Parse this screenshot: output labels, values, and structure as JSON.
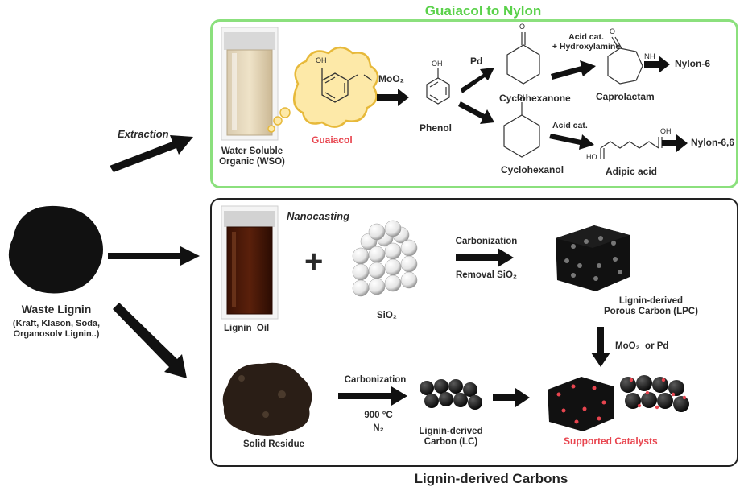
{
  "top_section": {
    "title": "Guaiacol to Nylon",
    "wso_label": "Water Soluble\nOrganic (WSO)",
    "guaiacol_label": "Guaiacol",
    "moo2_label": "MoO₂",
    "phenol_label": "Phenol",
    "pd_label": "Pd",
    "cyclohexanone_label": "Cyclohexanone",
    "cyclohexanol_label": "Cyclohexanol",
    "acid_hydroxylamine_label": "Acid cat.\n+ Hydroxylamine",
    "acid_cat_label": "Acid cat.",
    "caprolactam_label": "Caprolactam",
    "adipic_label": "Adipic acid",
    "nylon6_label": "Nylon-6",
    "nylon66_label": "Nylon-6,6",
    "nh_label": "NH",
    "oh_label": "OH",
    "ho_label": "HO",
    "o_label": "O"
  },
  "left_section": {
    "extraction_label": "Extraction",
    "waste_title": "Waste Lignin",
    "waste_detail": "(Kraft, Klason, Soda,\nOrganosolv Lignin..)"
  },
  "bottom_section": {
    "title": "Lignin-derived Carbons",
    "nanocasting_label": "Nanocasting",
    "lignin_oil_label": "Lignin  Oil",
    "plus_sign": "+",
    "sio2_label": "SiO₂",
    "carbonization_label": "Carbonization",
    "removal_label": "Removal SiO₂",
    "lpc_label": "Lignin-derived\nPorous Carbon (LPC)",
    "moo2_pd_label": "MoO₂  or Pd",
    "solid_residue_label": "Solid Residue",
    "carbonization2_label": "Carbonization",
    "temp_label": "900 °C",
    "n2_label": "N₂",
    "lc_label": "Lignin-derived\nCarbon (LC)",
    "supported_label": "Supported Catalysts"
  },
  "colors": {
    "top_border": "#8be07d",
    "title_green": "#5ad14a",
    "guaiacol_red": "#e8454f",
    "supported_red": "#e8454f",
    "cloud_fill": "#fde9a8",
    "cloud_stroke": "#e7b93a"
  }
}
